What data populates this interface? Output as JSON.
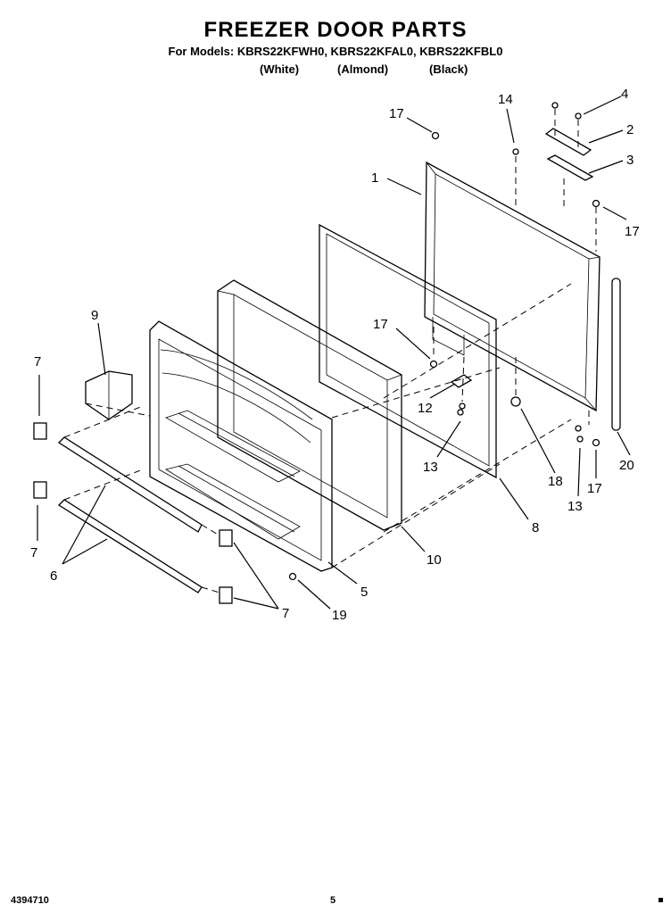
{
  "header": {
    "title": "FREEZER DOOR PARTS",
    "models": "For Models: KBRS22KFWH0, KBRS22KFAL0, KBRS22KFBL0",
    "colors": [
      "(White)",
      "(Almond)",
      "(Black)"
    ]
  },
  "callouts": [
    {
      "id": "c1",
      "label": "1"
    },
    {
      "id": "c2",
      "label": "2"
    },
    {
      "id": "c3",
      "label": "3"
    },
    {
      "id": "c4",
      "label": "4"
    },
    {
      "id": "c5",
      "label": "5"
    },
    {
      "id": "c6",
      "label": "6"
    },
    {
      "id": "c7a",
      "label": "7"
    },
    {
      "id": "c7b",
      "label": "7"
    },
    {
      "id": "c7c",
      "label": "7"
    },
    {
      "id": "c8",
      "label": "8"
    },
    {
      "id": "c9",
      "label": "9"
    },
    {
      "id": "c10",
      "label": "10"
    },
    {
      "id": "c12",
      "label": "12"
    },
    {
      "id": "c13a",
      "label": "13"
    },
    {
      "id": "c13b",
      "label": "13"
    },
    {
      "id": "c14",
      "label": "14"
    },
    {
      "id": "c17a",
      "label": "17"
    },
    {
      "id": "c17b",
      "label": "17"
    },
    {
      "id": "c17c",
      "label": "17"
    },
    {
      "id": "c17d",
      "label": "17"
    },
    {
      "id": "c18",
      "label": "18"
    },
    {
      "id": "c19",
      "label": "19"
    },
    {
      "id": "c20",
      "label": "20"
    }
  ],
  "footer": {
    "doc_number": "4394710",
    "page": "5"
  }
}
